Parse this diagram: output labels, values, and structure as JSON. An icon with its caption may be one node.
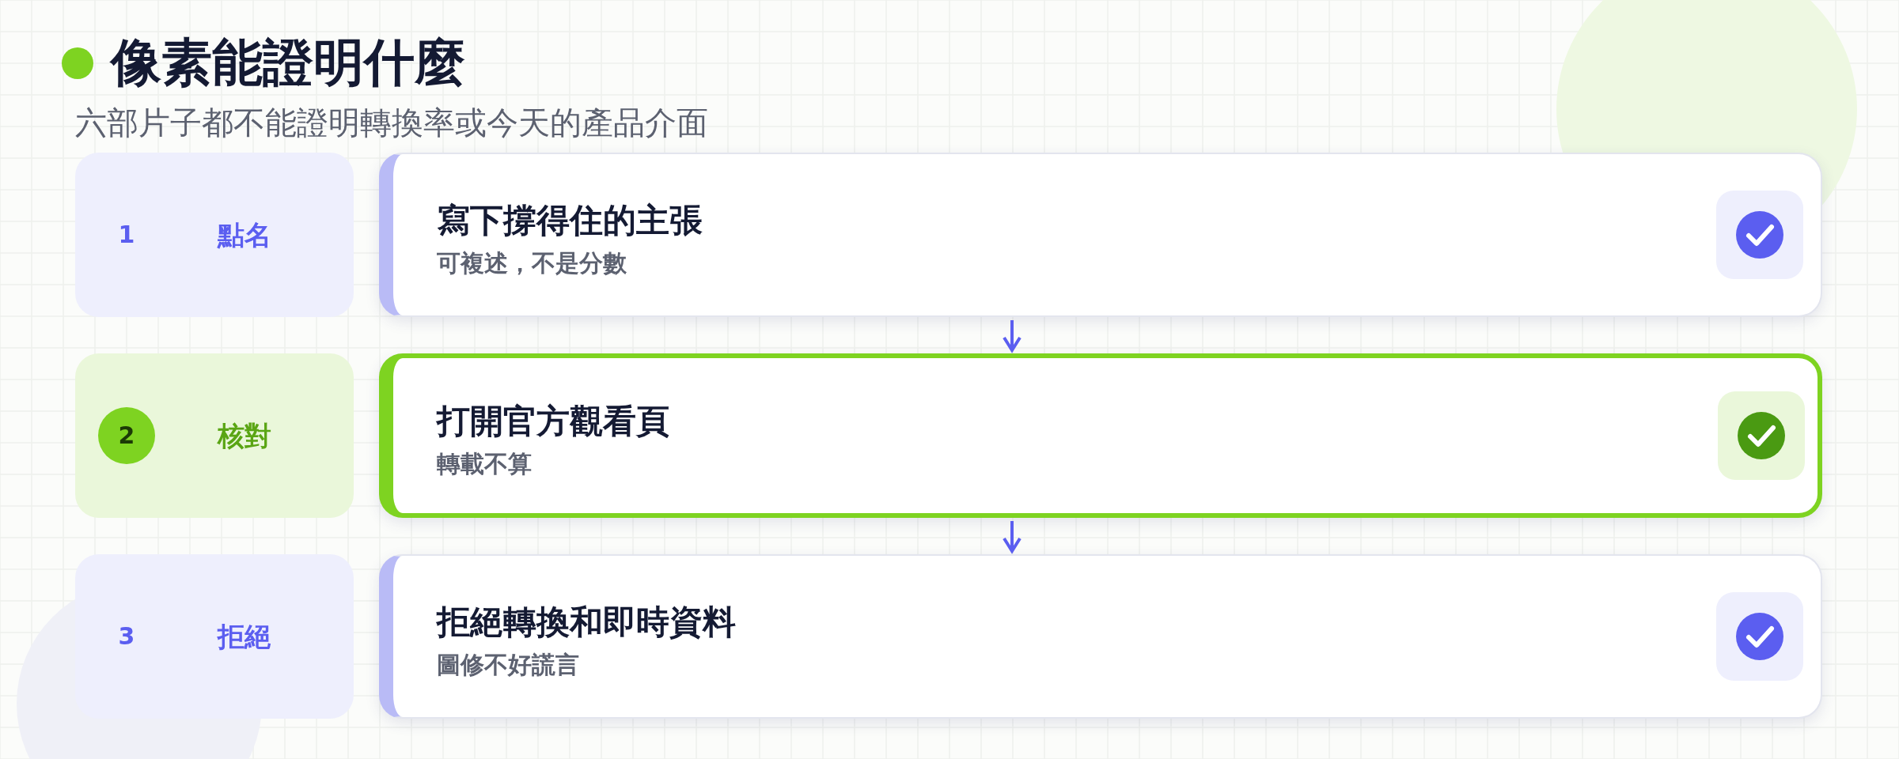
{
  "diagram": {
    "title": "像素能證明什麼",
    "nodes": [
      {
        "text": [
          "1",
          "點名"
        ]
      },
      {
        "text": [
          "寫下撐得住的主張",
          "可複述，不是分數"
        ]
      },
      {
        "text": [
          "2",
          "核對"
        ]
      },
      {
        "text": [
          "打開官方觀看頁",
          "轉載不算"
        ]
      },
      {
        "text": [
          "3",
          "拒絕"
        ]
      },
      {
        "text": [
          "拒絕轉換和即時資料",
          "圖修不好謊言"
        ]
      }
    ],
    "edges": [
      {
        "from": 1,
        "to": 3,
        "arrow": "to"
      },
      {
        "from": 3,
        "to": 5,
        "arrow": "to"
      }
    ],
    "labels": [
      "六部片子都不能證明轉換率或今天的產品介面"
    ]
  }
}
